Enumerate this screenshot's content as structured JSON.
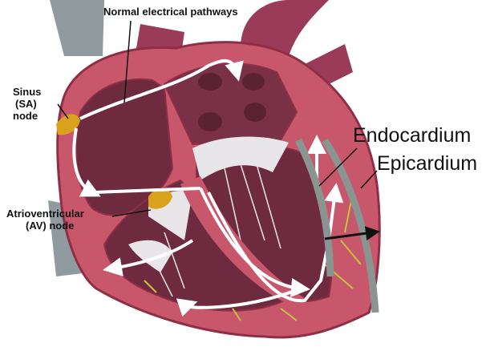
{
  "labels": {
    "pathways": "Normal electrical pathways",
    "sa_line1": "Sinus",
    "sa_line2": "(SA)",
    "sa_line3": "node",
    "av_line1": "Atrioventricular",
    "av_line2": "(AV) node",
    "endocardium": "Endocardium",
    "epicardium": "Epicardium"
  },
  "colors": {
    "myocardium": "#c9576b",
    "myocardium_dark": "#8e2f45",
    "chamber": "#6e2a3e",
    "vessel": "#9a3b5a",
    "vena_cava": "#8f9b9e",
    "valve": "#e9e6ea",
    "node": "#d9a21c",
    "pathway": "#ffffff",
    "purkinje": "#c8c040",
    "layer_band": "#8a9490"
  }
}
